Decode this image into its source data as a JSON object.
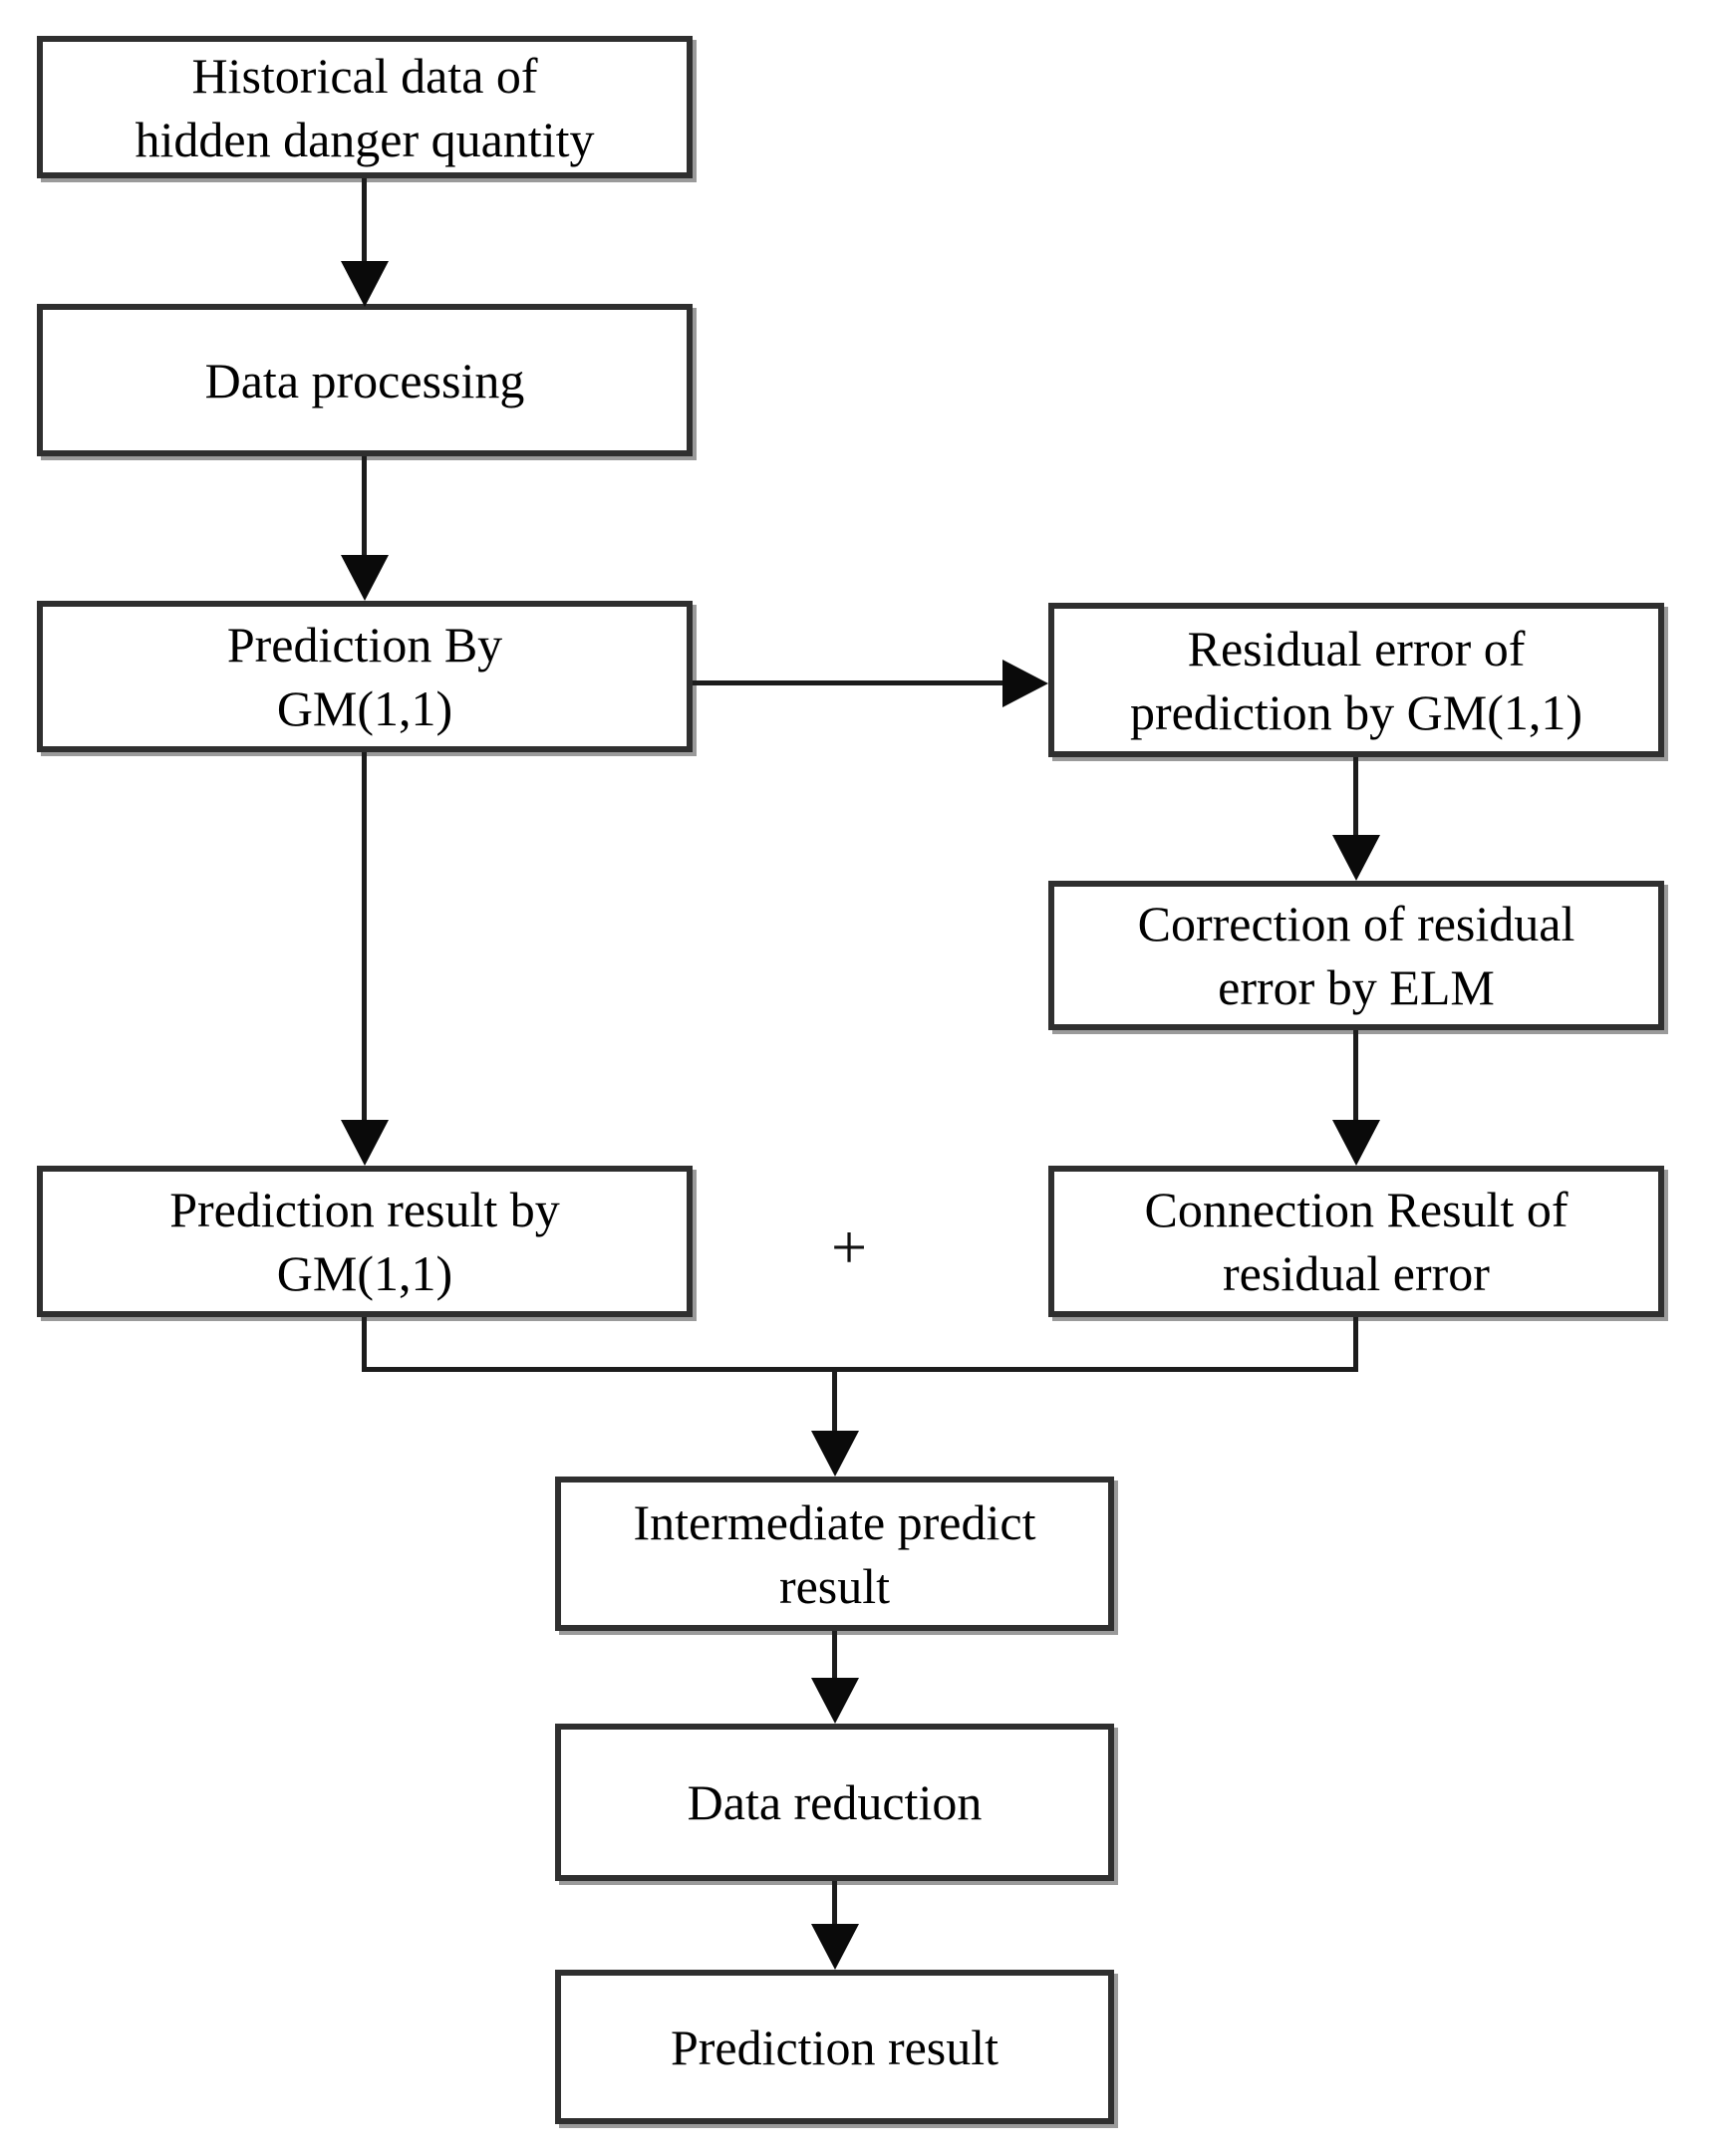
{
  "colors": {
    "background": "#ffffff",
    "box_fill": "#ffffff",
    "box_border": "#2f2f2f",
    "box_shadow": "#9a9a9a",
    "connector": "#1c1c1c",
    "text": "#000000"
  },
  "diagram": {
    "operator": {
      "symbol": "+"
    },
    "nodes": {
      "historical": {
        "label": "Historical data of\nhidden danger quantity"
      },
      "data_processing": {
        "label": "Data processing"
      },
      "prediction_gm": {
        "label": "Prediction By\nGM(1,1)"
      },
      "residual_error": {
        "label": "Residual error of\nprediction by GM(1,1)"
      },
      "correction_elm": {
        "label": "Correction of residual\nerror by ELM"
      },
      "prediction_result_gm": {
        "label": "Prediction result by\nGM(1,1)"
      },
      "connection_result": {
        "label": "Connection Result of\nresidual error"
      },
      "intermediate": {
        "label": "Intermediate predict\nresult"
      },
      "data_reduction": {
        "label": "Data reduction"
      },
      "prediction_result": {
        "label": "Prediction result"
      }
    },
    "edges": [
      {
        "from": "historical",
        "to": "data_processing",
        "direction": "down"
      },
      {
        "from": "data_processing",
        "to": "prediction_gm",
        "direction": "down"
      },
      {
        "from": "prediction_gm",
        "to": "residual_error",
        "direction": "right"
      },
      {
        "from": "residual_error",
        "to": "correction_elm",
        "direction": "down"
      },
      {
        "from": "correction_elm",
        "to": "connection_result",
        "direction": "down"
      },
      {
        "from": "prediction_gm",
        "to": "prediction_result_gm",
        "direction": "down"
      },
      {
        "from": "prediction_result_gm",
        "to": "intermediate",
        "direction": "merge-down",
        "merged_with": "connection_result",
        "merge_operator": "+"
      },
      {
        "from": "connection_result",
        "to": "intermediate",
        "direction": "merge-down",
        "merged_with": "prediction_result_gm",
        "merge_operator": "+"
      },
      {
        "from": "intermediate",
        "to": "data_reduction",
        "direction": "down"
      },
      {
        "from": "data_reduction",
        "to": "prediction_result",
        "direction": "down"
      }
    ]
  }
}
